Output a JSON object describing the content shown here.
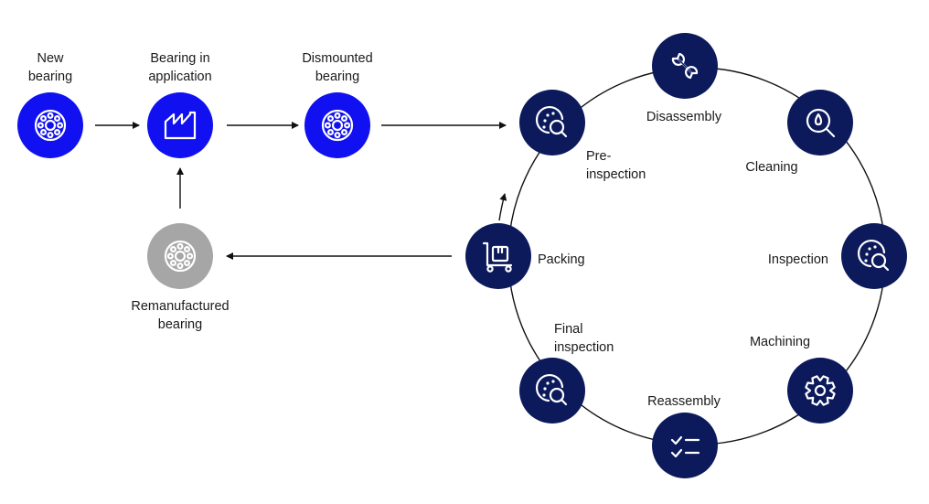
{
  "colors": {
    "blue": "#1010f0",
    "navy": "#0c1a5c",
    "gray": "#a6a6a6",
    "line": "#111111",
    "icon": "#ffffff"
  },
  "nodes": {
    "new_bearing": {
      "label": "New\nbearing",
      "icon": "bearing-icon",
      "color": "blue"
    },
    "bearing_in_app": {
      "label": "Bearing in\napplication",
      "icon": "factory-icon",
      "color": "blue"
    },
    "dismounted": {
      "label": "Dismounted\nbearing",
      "icon": "bearing-icon",
      "color": "blue"
    },
    "remanufactured": {
      "label": "Remanufactured\nbearing",
      "icon": "bearing-icon",
      "color": "gray"
    },
    "pre_inspection": {
      "label": "Pre-\ninspection",
      "icon": "inspect-icon",
      "color": "navy"
    },
    "disassembly": {
      "label": "Disassembly",
      "icon": "wrench-icon",
      "color": "navy"
    },
    "cleaning": {
      "label": "Cleaning",
      "icon": "drop-search-icon",
      "color": "navy"
    },
    "inspection": {
      "label": "Inspection",
      "icon": "inspect-icon",
      "color": "navy"
    },
    "machining": {
      "label": "Machining",
      "icon": "gear-icon",
      "color": "navy"
    },
    "reassembly": {
      "label": "Reassembly",
      "icon": "checklist-icon",
      "color": "navy"
    },
    "final_inspection": {
      "label": "Final\ninspection",
      "icon": "inspect-icon",
      "color": "navy"
    },
    "packing": {
      "label": "Packing",
      "icon": "trolley-icon",
      "color": "navy"
    }
  }
}
